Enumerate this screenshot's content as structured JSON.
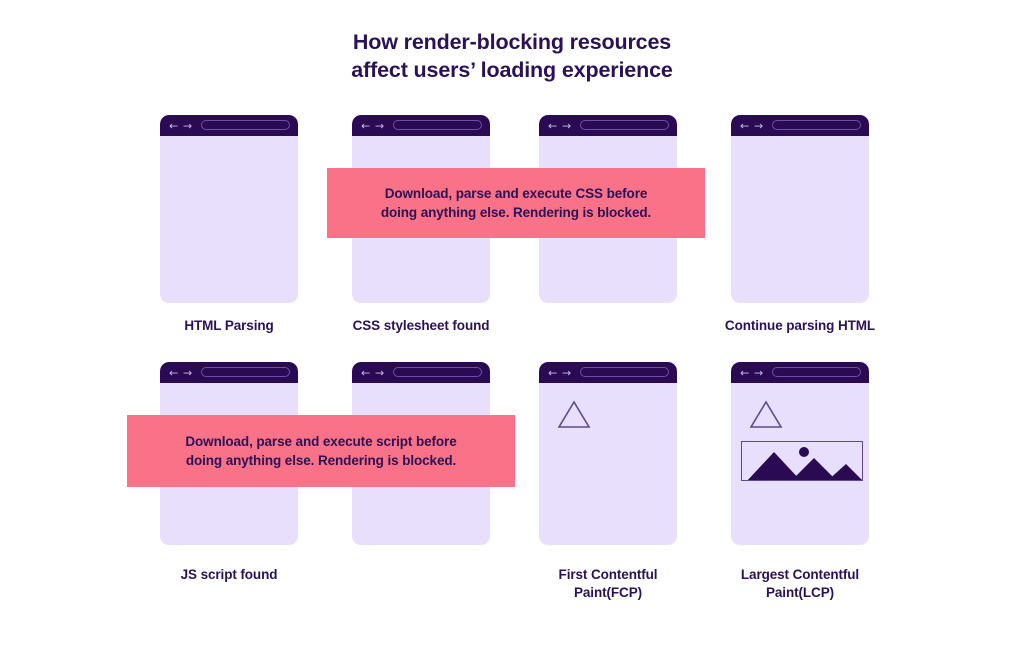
{
  "title": {
    "line1": "How render-blocking resources",
    "line2": "affect users’ loading experience"
  },
  "colors": {
    "background": "#ffffff",
    "ink": "#2B1157",
    "panel_body": "#E7DFFB",
    "panel_header": "#2A0B53",
    "banner": "#F97287",
    "icon_outline": "#5E4A8E"
  },
  "browser_chrome": {
    "back_arrow": "←",
    "forward_arrow": "→",
    "urlbar_value": ""
  },
  "steps": [
    {
      "id": "html-parsing",
      "caption": "HTML Parsing",
      "row": 1,
      "column": 1,
      "content": "empty"
    },
    {
      "id": "css-stylesheet-found",
      "caption": "CSS stylesheet found",
      "row": 1,
      "column": 2,
      "content": "empty"
    },
    {
      "id": "css-blocked",
      "caption": "",
      "row": 1,
      "column": 3,
      "content": "empty"
    },
    {
      "id": "continue-parsing-html",
      "caption": "Continue parsing HTML",
      "row": 1,
      "column": 4,
      "content": "empty"
    },
    {
      "id": "js-script-found",
      "caption": "JS script found",
      "row": 2,
      "column": 1,
      "content": "empty"
    },
    {
      "id": "js-blocked",
      "caption": "",
      "row": 2,
      "column": 2,
      "content": "empty"
    },
    {
      "id": "first-contentful-paint",
      "caption": "First Contentful\nPaint(FCP)",
      "caption_line1": "First Contentful",
      "caption_line2": "Paint(FCP)",
      "row": 2,
      "column": 3,
      "content": "triangle"
    },
    {
      "id": "largest-contentful-paint",
      "caption": "Largest Contentful\nPaint(LCP)",
      "caption_line1": "Largest Contentful",
      "caption_line2": "Paint(LCP)",
      "row": 2,
      "column": 4,
      "content": "triangle+image"
    }
  ],
  "banners": [
    {
      "id": "css-blocking-banner",
      "line1": "Download, parse and execute CSS before",
      "line2": "doing anything else. Rendering is blocked."
    },
    {
      "id": "js-blocking-banner",
      "line1": "Download, parse and execute script before",
      "line2": "doing anything else. Rendering is blocked."
    }
  ],
  "icons": {
    "triangle": "triangle-outline-icon",
    "image_placeholder": "image-placeholder-icon"
  }
}
